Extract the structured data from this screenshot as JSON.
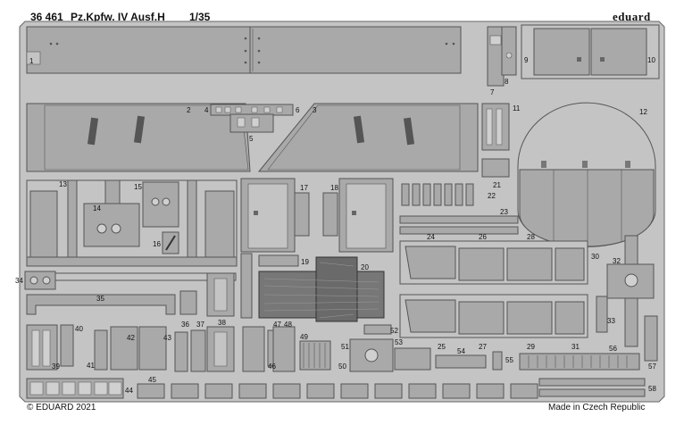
{
  "header": {
    "catalog_no": "36 461",
    "title": "Pz.Kpfw. IV Ausf.H",
    "scale": "1/35",
    "brand": "eduard"
  },
  "footer": {
    "copyright": "© EDUARD 2021",
    "origin": "Made in Czech Republic"
  },
  "part_numbers": [
    "1",
    "2",
    "3",
    "4",
    "5",
    "6",
    "7",
    "8",
    "9",
    "10",
    "11",
    "12",
    "13",
    "14",
    "15",
    "16",
    "17",
    "18",
    "19",
    "20",
    "21",
    "22",
    "23",
    "24",
    "25",
    "26",
    "27",
    "28",
    "29",
    "30",
    "31",
    "32",
    "33",
    "34",
    "35",
    "36",
    "37",
    "38",
    "39",
    "40",
    "41",
    "42",
    "43",
    "44",
    "45",
    "46",
    "47",
    "48",
    "49",
    "50",
    "51",
    "52",
    "53",
    "54",
    "55",
    "56",
    "57",
    "58"
  ],
  "colors": {
    "fret": "#c4c4c4",
    "part": "#a9a9a9",
    "part_dark": "#8a8a8a",
    "outline": "#555555",
    "text": "#111111",
    "background": "#ffffff"
  }
}
